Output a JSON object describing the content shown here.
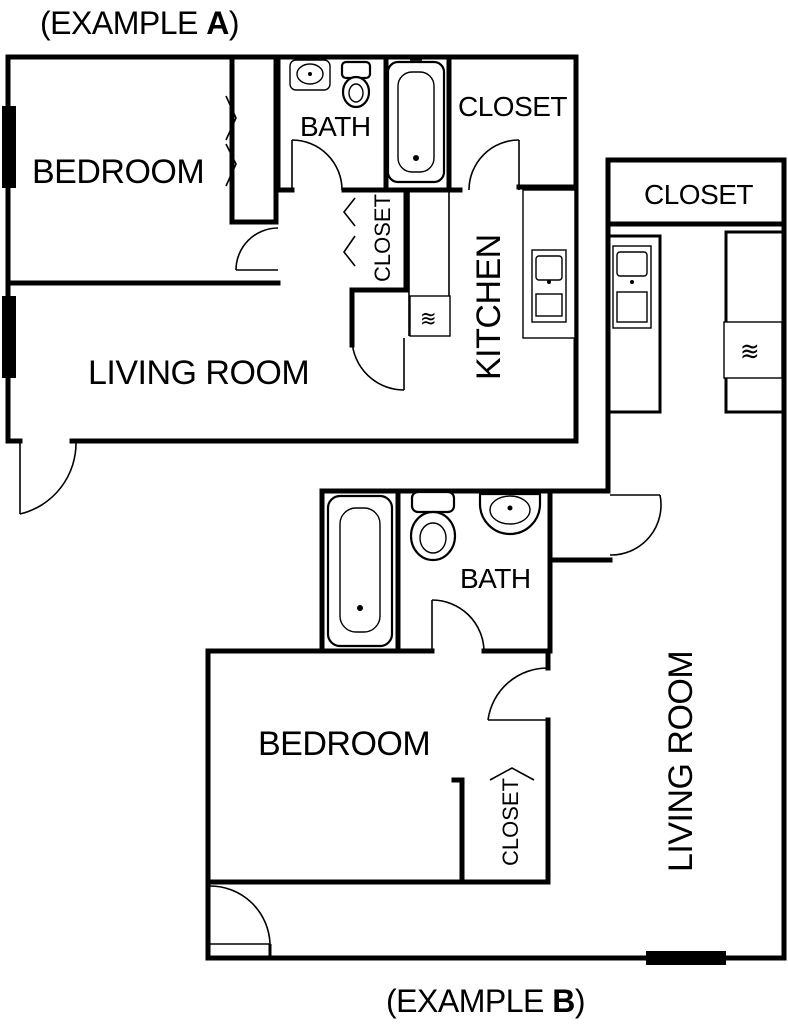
{
  "captions": {
    "a_prefix": "(EXAMPLE ",
    "a_letter": "A",
    "a_suffix": ")",
    "b_prefix": "(EXAMPLE ",
    "b_letter": "B",
    "b_suffix": ")"
  },
  "example_a": {
    "rooms": {
      "bedroom": "BEDROOM",
      "bath": "BATH",
      "closet_top": "CLOSET",
      "closet_hall": "CLOSET",
      "kitchen": "KITCHEN",
      "living_room": "LIVING ROOM"
    },
    "stove_glyph": "≋"
  },
  "example_b": {
    "rooms": {
      "closet_top": "CLOSET",
      "bath": "BATH",
      "bedroom": "BEDROOM",
      "closet_bedroom": "CLOSET",
      "living_room": "LIVING ROOM"
    },
    "stove_glyph": "≋"
  }
}
